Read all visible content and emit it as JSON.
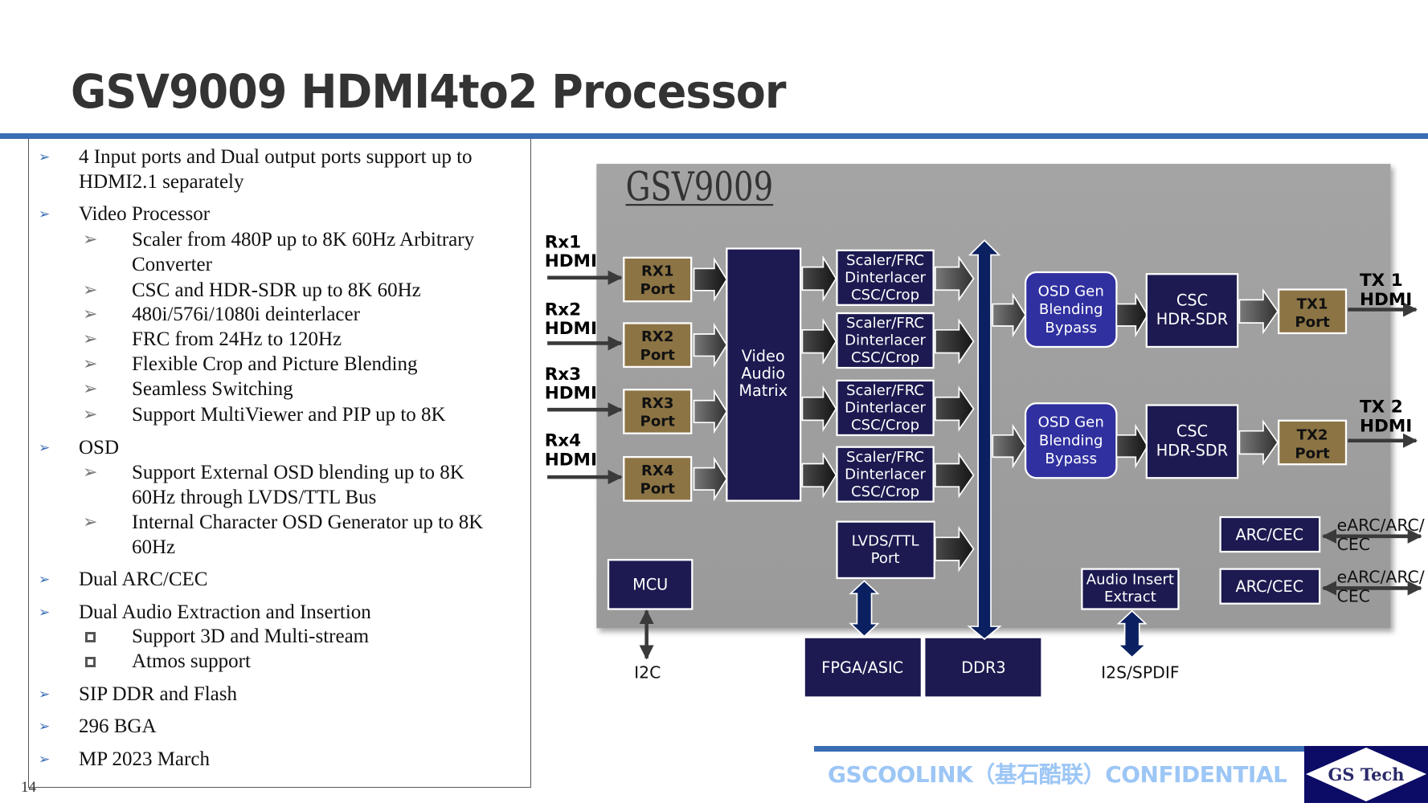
{
  "slide": {
    "title": "GSV9009 HDMI4to2 Processor",
    "page_number": "14",
    "footer_text": "GSCOOLINK（基石酷联）CONFIDENTIAL",
    "logo_text": "GS Tech",
    "colors": {
      "accent_rule": "#3a6db4",
      "chip_bg": "#a0a0a0",
      "block_navy": "#1c1a50",
      "osd_blue": "#3030a0",
      "port_gold": "#8c7445",
      "bus_navy": "#0a2060",
      "footer_text": "#9cc6f5"
    }
  },
  "features": [
    {
      "level": 1,
      "marker": "arrow-icon",
      "lines": [
        "4 Input ports and Dual output ports support up to",
        "HDMI2.1 separately"
      ]
    },
    {
      "level": 1,
      "marker": "arrow-icon",
      "lines": [
        "Video Processor"
      ]
    },
    {
      "level": 2,
      "marker": "arrow-outline-icon",
      "lines": [
        "Scaler from 480P up to 8K 60Hz Arbitrary",
        "Converter"
      ]
    },
    {
      "level": 2,
      "marker": "arrow-outline-icon",
      "lines": [
        "CSC and HDR-SDR up to 8K 60Hz"
      ]
    },
    {
      "level": 2,
      "marker": "arrow-outline-icon",
      "lines": [
        "480i/576i/1080i deinterlacer"
      ]
    },
    {
      "level": 2,
      "marker": "arrow-outline-icon",
      "lines": [
        "FRC from 24Hz to 120Hz"
      ]
    },
    {
      "level": 2,
      "marker": "arrow-outline-icon",
      "lines": [
        "Flexible Crop and Picture Blending"
      ]
    },
    {
      "level": 2,
      "marker": "arrow-outline-icon",
      "lines": [
        "Seamless Switching"
      ]
    },
    {
      "level": 2,
      "marker": "arrow-outline-icon",
      "lines": [
        "Support MultiViewer and PIP up to 8K"
      ]
    },
    {
      "level": 1,
      "marker": "arrow-icon",
      "lines": [
        "OSD"
      ]
    },
    {
      "level": 2,
      "marker": "arrow-outline-icon",
      "lines": [
        "Support External OSD blending up to 8K",
        "60Hz through LVDS/TTL Bus"
      ]
    },
    {
      "level": 2,
      "marker": "arrow-outline-icon",
      "lines": [
        "Internal Character OSD Generator up to 8K",
        "60Hz"
      ]
    },
    {
      "level": 1,
      "marker": "arrow-icon",
      "lines": [
        "Dual ARC/CEC"
      ]
    },
    {
      "level": 1,
      "marker": "arrow-icon",
      "lines": [
        "Dual Audio Extraction and Insertion"
      ]
    },
    {
      "level": 3,
      "marker": "square-icon",
      "lines": [
        "Support 3D and Multi-stream"
      ]
    },
    {
      "level": 3,
      "marker": "square-icon",
      "lines": [
        "Atmos support"
      ]
    },
    {
      "level": 1,
      "marker": "arrow-icon",
      "lines": [
        "SIP DDR and Flash"
      ]
    },
    {
      "level": 1,
      "marker": "arrow-icon",
      "lines": [
        "296 BGA"
      ]
    },
    {
      "level": 1,
      "marker": "arrow-icon",
      "lines": [
        "MP 2023 March"
      ]
    }
  ],
  "diagram": {
    "chip_label": "GSV9009",
    "inputs": [
      {
        "label_line1": "Rx1",
        "label_line2": "HDMI",
        "port_line1": "RX1",
        "port_line2": "Port"
      },
      {
        "label_line1": "Rx2",
        "label_line2": "HDMI",
        "port_line1": "RX2",
        "port_line2": "Port"
      },
      {
        "label_line1": "Rx3",
        "label_line2": "HDMI",
        "port_line1": "RX3",
        "port_line2": "Port"
      },
      {
        "label_line1": "Rx4",
        "label_line2": "HDMI",
        "port_line1": "RX4",
        "port_line2": "Port"
      }
    ],
    "matrix": {
      "lines": [
        "Video",
        "Audio",
        "Matrix"
      ]
    },
    "scalers": [
      {
        "lines": [
          "Scaler/FRC",
          "Dinterlacer",
          "CSC/Crop"
        ]
      },
      {
        "lines": [
          "Scaler/FRC",
          "Dinterlacer",
          "CSC/Crop"
        ]
      },
      {
        "lines": [
          "Scaler/FRC",
          "Dinterlacer",
          "CSC/Crop"
        ]
      },
      {
        "lines": [
          "Scaler/FRC",
          "Dinterlacer",
          "CSC/Crop"
        ]
      }
    ],
    "lvds": {
      "lines": [
        "LVDS/TTL",
        "Port"
      ]
    },
    "mcu": {
      "label": "MCU",
      "bus_label": "I2C"
    },
    "osd_blocks": [
      {
        "lines": [
          "OSD Gen",
          "Blending",
          "Bypass"
        ]
      },
      {
        "lines": [
          "OSD Gen",
          "Blending",
          "Bypass"
        ]
      }
    ],
    "csc_blocks": [
      {
        "lines": [
          "CSC",
          "HDR-SDR"
        ]
      },
      {
        "lines": [
          "CSC",
          "HDR-SDR"
        ]
      }
    ],
    "outputs": [
      {
        "port_line1": "TX1",
        "port_line2": "Port",
        "label_line1": "TX 1",
        "label_line2": "HDMI"
      },
      {
        "port_line1": "TX2",
        "port_line2": "Port",
        "label_line1": "TX 2",
        "label_line2": "HDMI"
      }
    ],
    "arc_blocks": [
      {
        "label": "ARC/CEC",
        "ext_line1": "eARC/ARC/",
        "ext_line2": "CEC"
      },
      {
        "label": "ARC/CEC",
        "ext_line1": "eARC/ARC/",
        "ext_line2": "CEC"
      }
    ],
    "audio": {
      "lines": [
        "Audio Insert",
        "Extract"
      ],
      "bus_label": "I2S/SPDIF"
    },
    "external": {
      "fpga": "FPGA/ASIC",
      "ddr": "DDR3"
    }
  }
}
